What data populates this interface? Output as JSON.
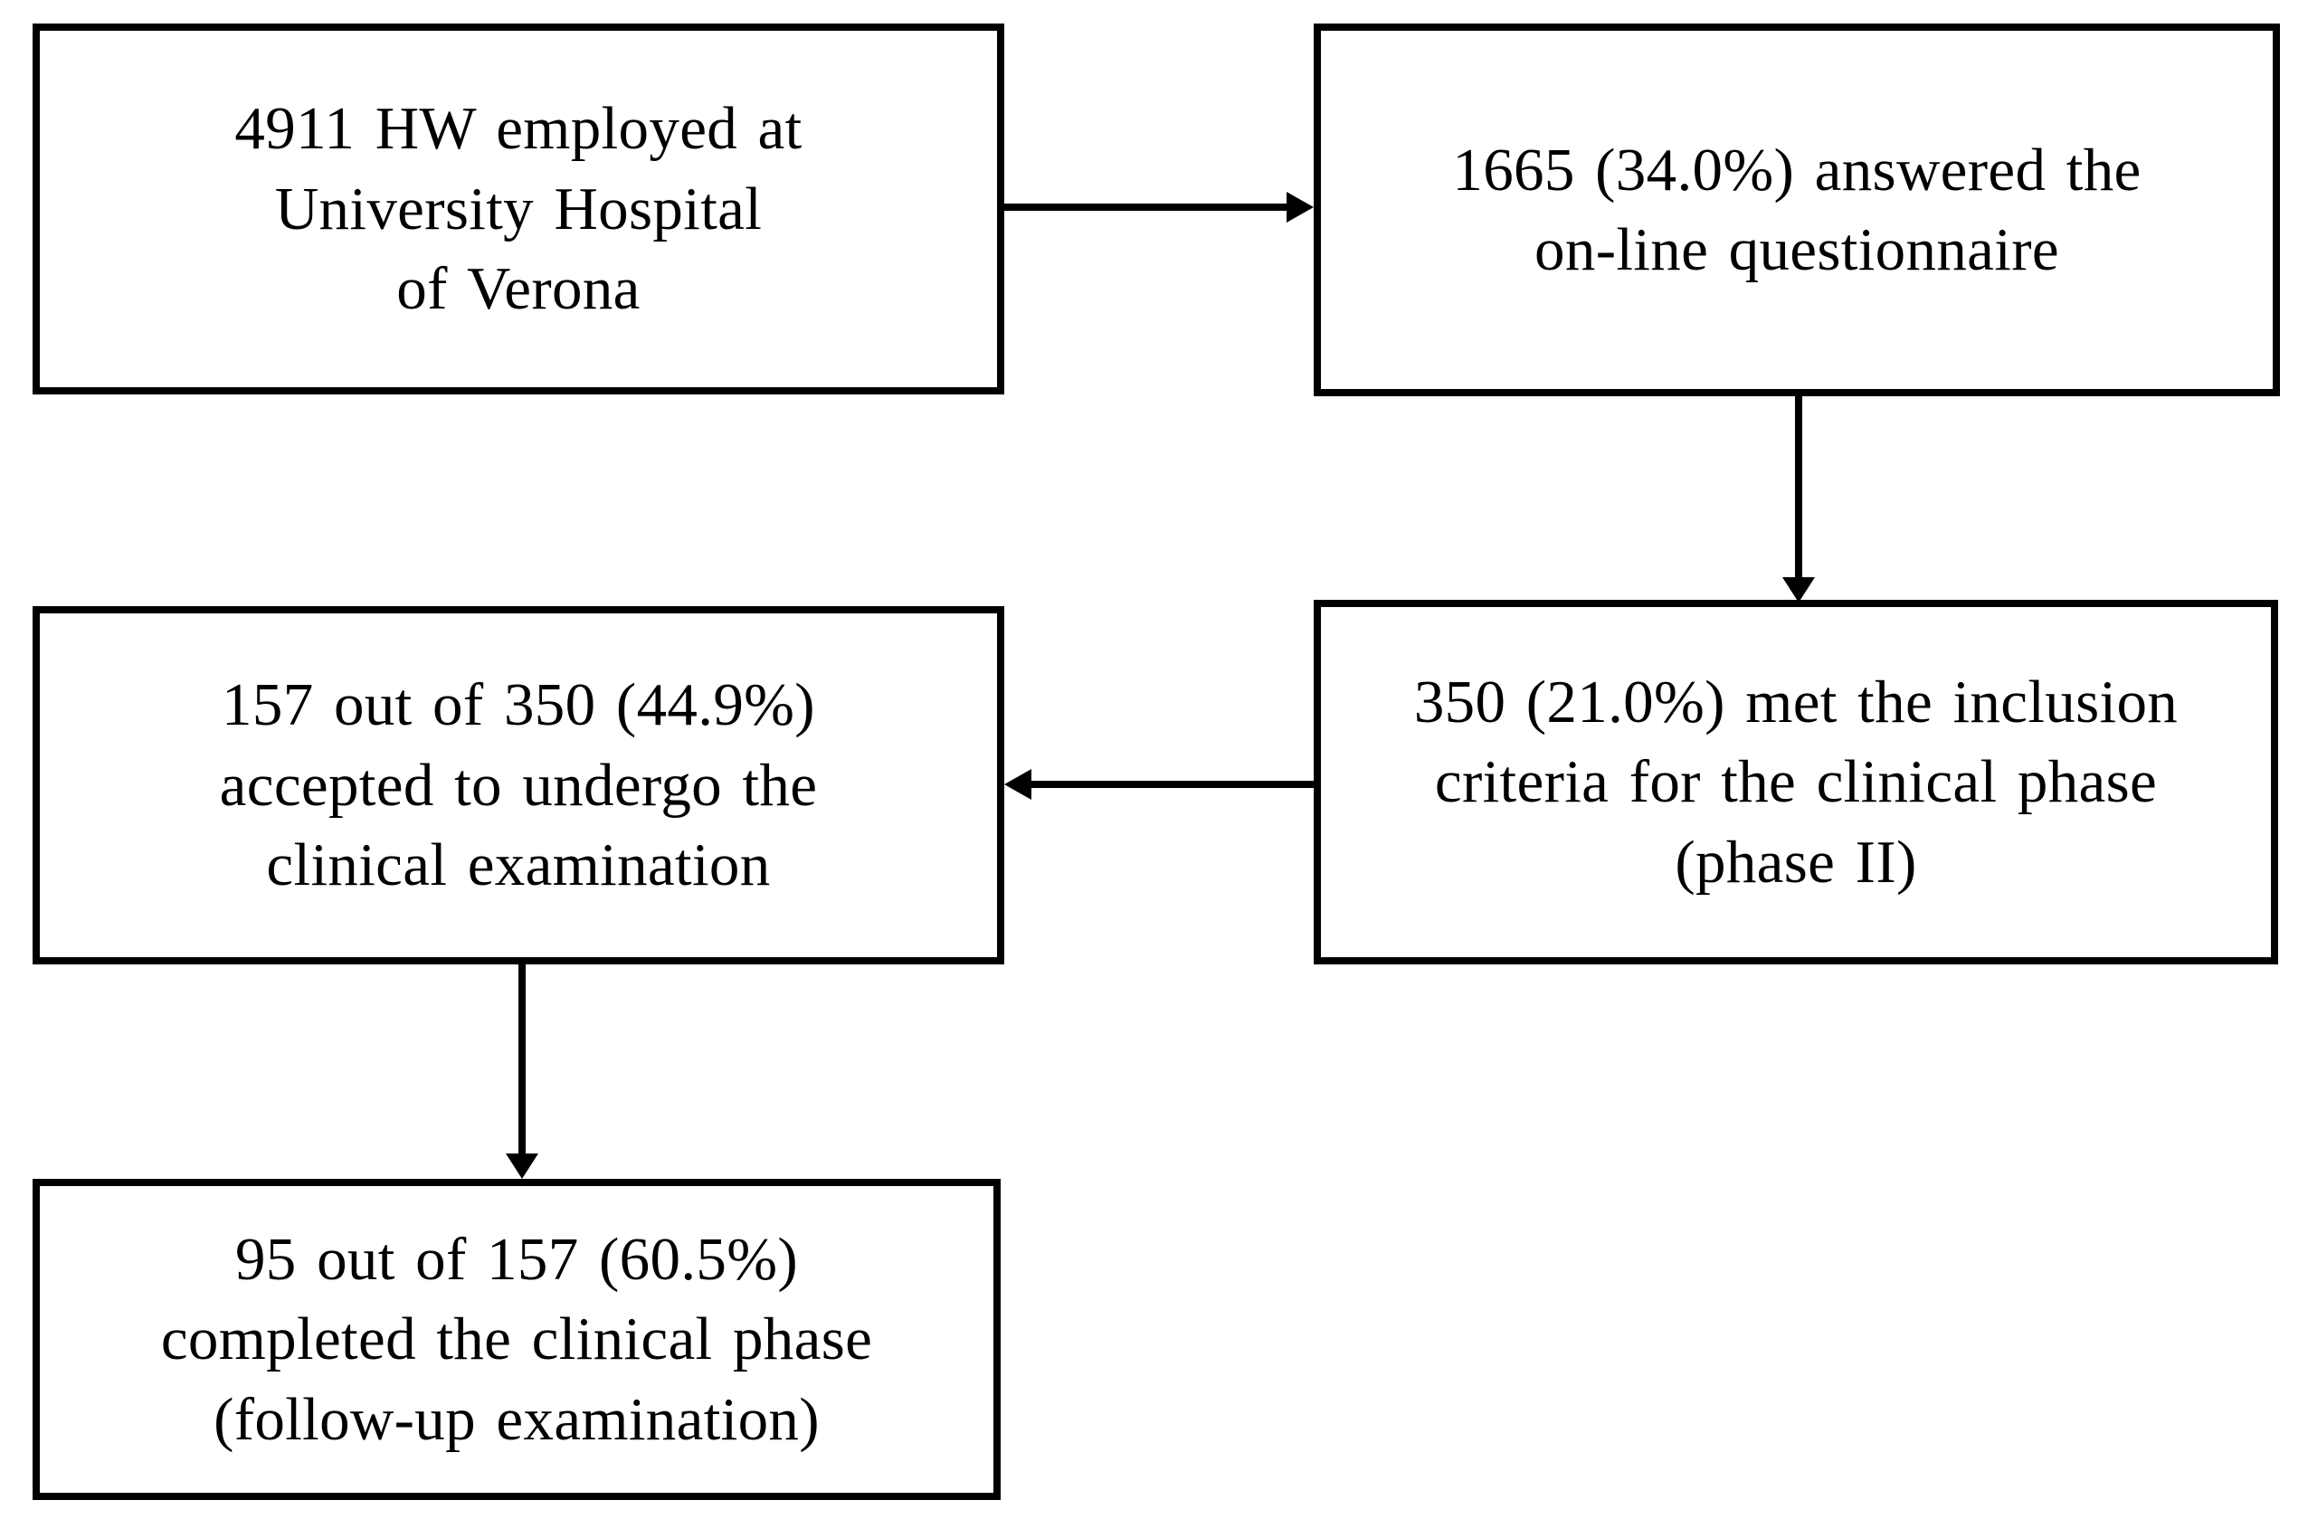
{
  "colors": {
    "background": "#ffffff",
    "box_border": "#000000",
    "text": "#000000",
    "arrow": "#000000"
  },
  "boxes": {
    "employed": {
      "line1": "4911 HW employed at",
      "line2": "University Hospital",
      "line3": "of Verona"
    },
    "answered": {
      "line1": "1665 (34.0%) answered the",
      "line2": "on-line questionnaire"
    },
    "inclusion": {
      "line1": "350 (21.0%) met the inclusion",
      "line2": "criteria for the clinical phase",
      "line3": "(phase II)"
    },
    "accepted": {
      "line1": "157 out of 350 (44.9%)",
      "line2": "accepted to undergo the",
      "line3": "clinical examination"
    },
    "completed": {
      "line1": "95 out of 157 (60.5%)",
      "line2": "completed the clinical phase",
      "line3": "(follow-up examination)"
    }
  },
  "arrows": [
    {
      "name": "employed-to-answered",
      "direction": "right"
    },
    {
      "name": "answered-to-inclusion",
      "direction": "down"
    },
    {
      "name": "inclusion-to-accepted",
      "direction": "left"
    },
    {
      "name": "accepted-to-completed",
      "direction": "down"
    }
  ]
}
